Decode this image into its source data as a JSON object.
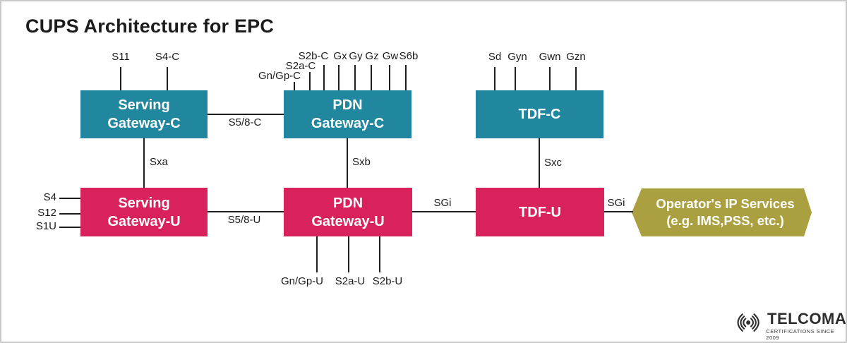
{
  "title": "CUPS Architecture for EPC",
  "colors": {
    "control_plane_box": "#21879E",
    "user_plane_box": "#D9215C",
    "services_shape": "#ABA03F",
    "connector_line": "#1F1F1F"
  },
  "nodes": {
    "sgw_c": "Serving\nGateway-C",
    "pgw_c": "PDN\nGateway-C",
    "tdf_c": "TDF-C",
    "sgw_u": "Serving\nGateway-U",
    "pgw_u": "PDN\nGateway-U",
    "tdf_u": "TDF-U",
    "ip_services": "Operator's IP Services\n(e.g. IMS,PSS, etc.)"
  },
  "interfaces": {
    "s11": "S11",
    "s4_c": "S4-C",
    "gn_gp_c": "Gn/Gp-C",
    "s2a_c": "S2a-C",
    "s2b_c": "S2b-C",
    "gx": "Gx",
    "gy": "Gy",
    "gz": "Gz",
    "gw": "Gw",
    "s6b": "S6b",
    "sd": "Sd",
    "gyn": "Gyn",
    "gwn": "Gwn",
    "gzn": "Gzn",
    "s58_c": "S5/8-C",
    "sxa": "Sxa",
    "sxb": "Sxb",
    "sxc": "Sxc",
    "s4": "S4",
    "s12": "S12",
    "s1u": "S1U",
    "s58_u": "S5/8-U",
    "sgi_pgw_tdf": "SGi",
    "sgi_tdf_services": "SGi",
    "gn_gp_u": "Gn/Gp-U",
    "s2a_u": "S2a-U",
    "s2b_u": "S2b-U"
  },
  "logo": {
    "name": "TELCOMA",
    "tagline": "CERTIFICATIONS SINCE 2009"
  }
}
